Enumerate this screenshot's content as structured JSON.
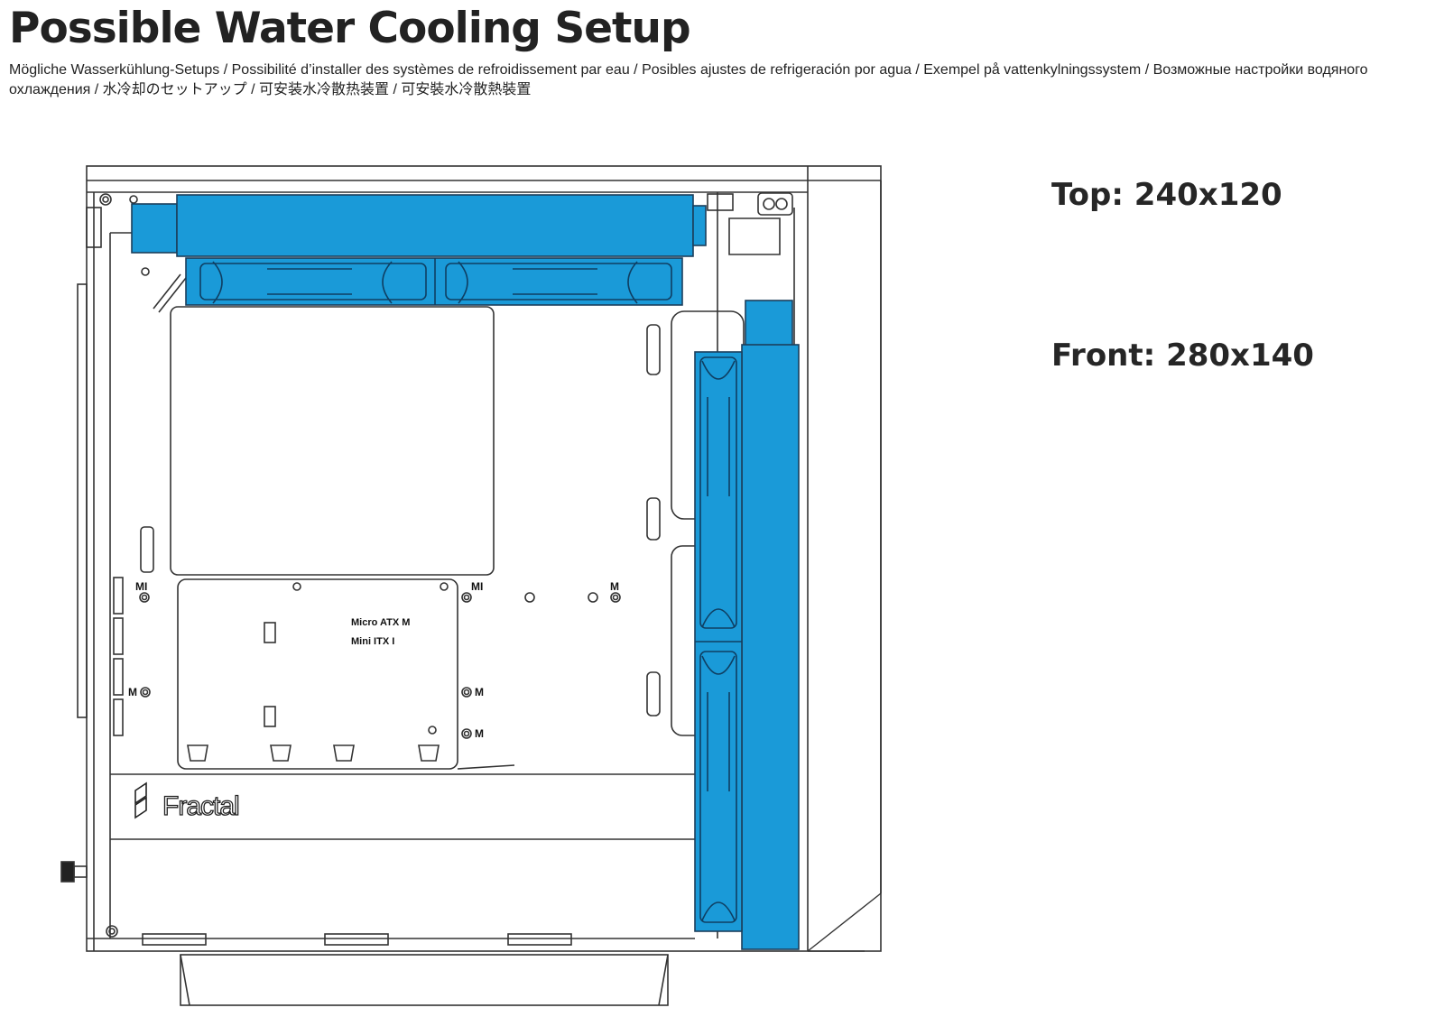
{
  "title": "Possible Water Cooling Setup",
  "subtitle": "Mögliche Wasserkühlung-Setups  / Possibilité d’installer des systèmes de refroidissement par eau / Posibles ajustes de refrigeración por agua / Exempel på vattenkylningssystem / Возможные настройки водяного охлаждения / 水冷却のセットアップ / 可安装水冷散热装置 / 可安裝水冷散熱裝置",
  "specs": {
    "top": "Top: 240x120",
    "front": "Front: 280x140"
  },
  "drawing": {
    "brand": "Fractal",
    "form_factor_lines": [
      "Micro  ATX  M",
      "Mini  ITX     I"
    ],
    "standoff_labels": {
      "mi_left": "MI",
      "mi_right": "MI",
      "m_top": "M",
      "m_left": "M",
      "m_right_1": "M",
      "m_right_2": "M"
    }
  },
  "colors": {
    "radiator": "#1a9ad8",
    "outline": "#333333"
  }
}
